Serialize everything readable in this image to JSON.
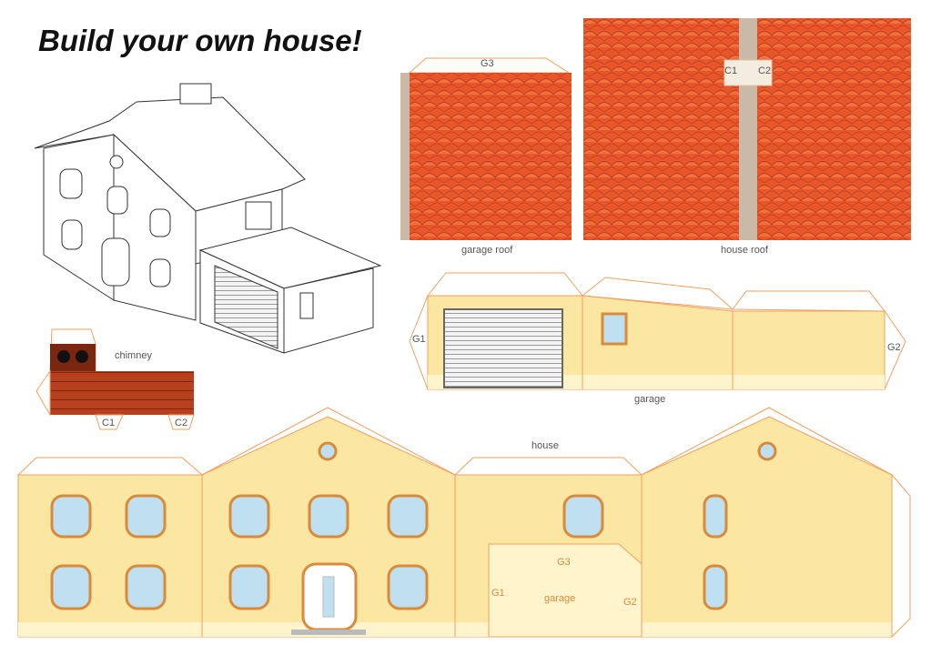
{
  "title": "Build your own house!",
  "labels": {
    "g3_top": "G3",
    "c1_roof": "C1",
    "c2_roof": "C2",
    "garage_roof": "garage roof",
    "house_roof": "house roof",
    "chimney": "chimney",
    "c1_chimney": "C1",
    "c2_chimney": "C2",
    "g1_garage": "G1",
    "g2_garage": "G2",
    "garage": "garage",
    "house": "house",
    "g3_wall": "G3",
    "g1_wall": "G1",
    "g2_wall": "G2",
    "garage_wall": "garage"
  },
  "colors": {
    "roof_tile": "#e8562a",
    "roof_dark": "#c03a14",
    "wall_yellow": "#fbe7a2",
    "wall_light": "#fff4cc",
    "fold_line": "#f0a060",
    "chimney_brick": "#b8401e",
    "window_frame": "#d98a3a",
    "glass": "#bfe0f0"
  }
}
